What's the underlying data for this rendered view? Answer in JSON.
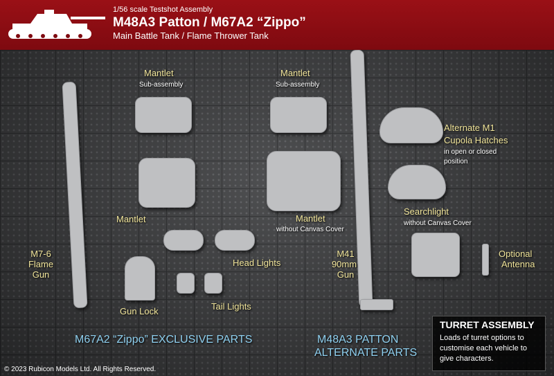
{
  "header": {
    "scale_text": "1/56 scale Testshot Assembly",
    "title": "M48A3 Patton / M67A2 “Zippo”",
    "subtitle": "Main Battle Tank / Flame Thrower Tank",
    "tank_icon": "tank-silhouette-icon"
  },
  "labels": {
    "mantlet_sub_left": "Mantlet",
    "mantlet_sub_left_note": "Sub-assembly",
    "mantlet_sub_right": "Mantlet",
    "mantlet_sub_right_note": "Sub-assembly",
    "mantlet_left": "Mantlet",
    "mantlet_right": "Mantlet",
    "mantlet_right_note": "without Canvas Cover",
    "cupola_1": "Alternate M1",
    "cupola_2": "Cupola Hatches",
    "cupola_note_1": "in open or closed",
    "cupola_note_2": "position",
    "searchlight": "Searchlight",
    "searchlight_note": "without Canvas Cover",
    "antenna_1": "Optional",
    "antenna_2": "Antenna",
    "flame_gun_1": "M7-6",
    "flame_gun_2": "Flame",
    "flame_gun_3": "Gun",
    "m41_gun_1": "M41",
    "m41_gun_2": "90mm",
    "m41_gun_3": "Gun",
    "head_lights": "Head Lights",
    "tail_lights": "Tail Lights",
    "gun_lock": "Gun Lock"
  },
  "captions": {
    "zippo": "M67A2 “Zippo” EXCLUSIVE PARTS",
    "patton_1": "M48A3 PATTON",
    "patton_2": "ALTERNATE PARTS"
  },
  "infobox": {
    "heading": "TURRET ASSEMBLY",
    "body": "Loads of turret options to customise each vehicle to give characters."
  },
  "footer": {
    "copyright": "© 2023 Rubicon Models Ltd.  All Rights Reserved."
  }
}
